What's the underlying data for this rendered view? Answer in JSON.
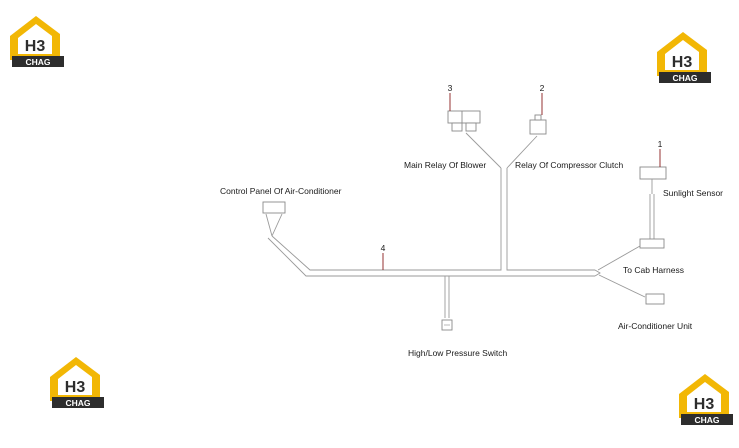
{
  "brand": {
    "logo_main": "H3",
    "logo_sub": "CHAG",
    "colors": {
      "gold": "#f2b705",
      "dark": "#2d2d2d",
      "white": "#ffffff"
    }
  },
  "diagram": {
    "line_color": "#9a9a9a",
    "leader_color": "#8a1c1c",
    "callouts": {
      "c1": "1",
      "c2": "2",
      "c3": "3",
      "c4": "4"
    },
    "labels": {
      "main_relay": "Main Relay Of Blower",
      "compressor_relay": "Relay Of Compressor Clutch",
      "control_panel": "Control Panel Of Air-Conditioner",
      "sunlight_sensor": "Sunlight Sensor",
      "cab_harness": "To Cab Harness",
      "ac_unit": "Air-Conditioner Unit",
      "pressure_switch": "High/Low Pressure Switch"
    }
  }
}
